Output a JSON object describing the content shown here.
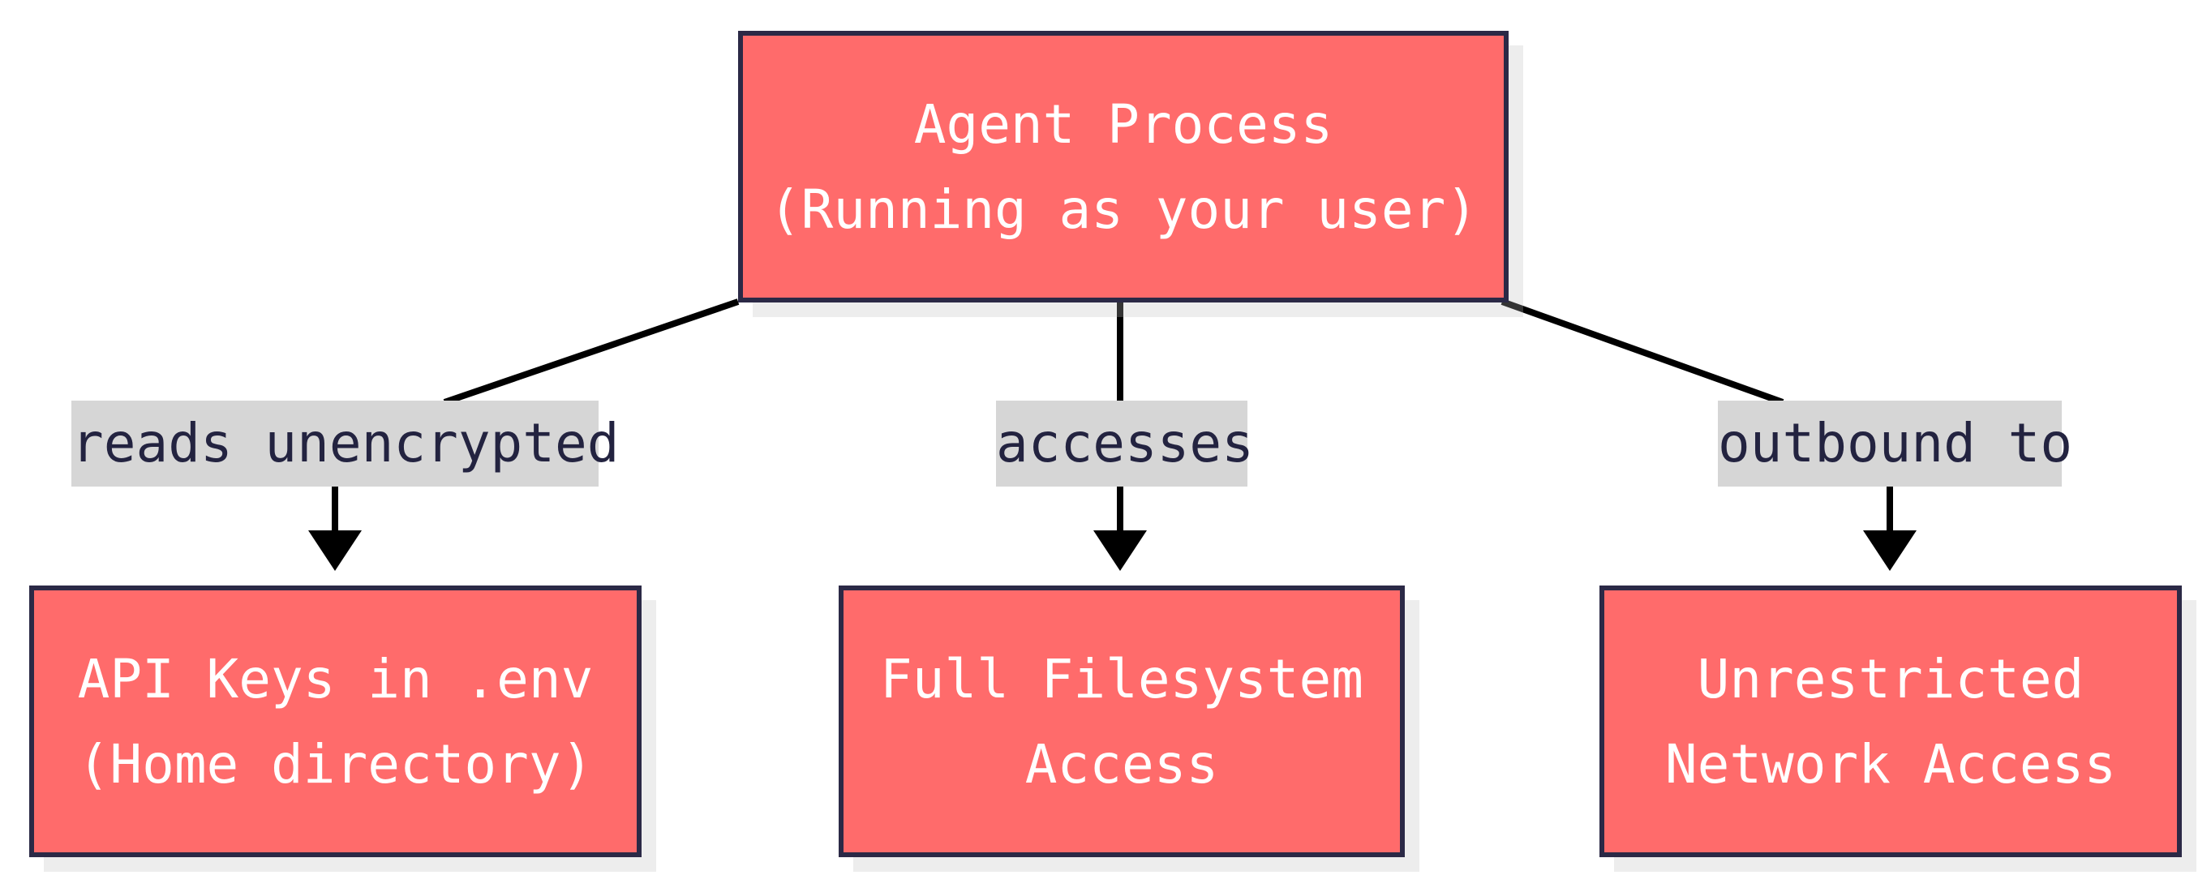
{
  "diagram": {
    "nodes": {
      "agent": {
        "line1": "Agent Process",
        "line2": "(Running as your user)"
      },
      "api": {
        "line1": "API Keys in .env",
        "line2": "(Home directory)"
      },
      "filesystem": {
        "line1": "Full Filesystem",
        "line2": "Access"
      },
      "network": {
        "line1": "Unrestricted",
        "line2": "Network Access"
      }
    },
    "edges": {
      "to_api": {
        "label": "reads unencrypted"
      },
      "to_filesystem": {
        "label": "accesses"
      },
      "to_network": {
        "label": "outbound to"
      }
    },
    "colors": {
      "node_fill": "#ff6b6b",
      "node_border": "#2b2946",
      "node_text": "#ffffff",
      "label_background": "#d6d6d6",
      "label_text": "#232340",
      "edge_stroke": "#000000"
    }
  }
}
